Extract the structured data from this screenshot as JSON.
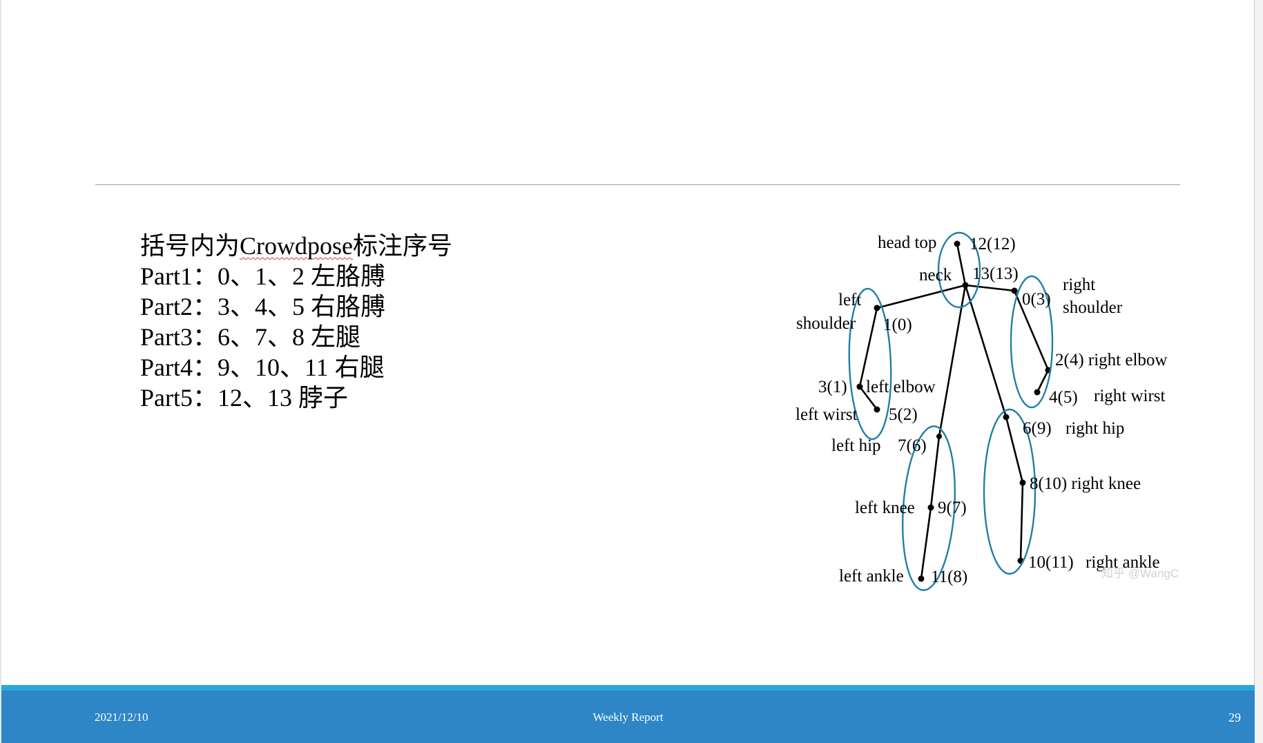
{
  "text_lines": {
    "title_prefix": "括号内为",
    "title_word": "Crowdpose",
    "title_suffix": "标注序号",
    "part1": "Part1：0、1、2 左胳膊",
    "part2": "Part2：3、4、5 右胳膊",
    "part3": "Part3：6、7、8 左腿",
    "part4": "Part4：9、10、11 右腿",
    "part5": "Part5：12、13 脖子"
  },
  "diagram": {
    "labels": {
      "head_top": "head top",
      "head_top_idx": "12(12)",
      "neck": "neck",
      "neck_idx": "13(13)",
      "left_shoulder_1": "left",
      "left_shoulder_2": "shoulder",
      "left_shoulder_idx": "1(0)",
      "right_shoulder_1": "right",
      "right_shoulder_2": "shoulder",
      "right_shoulder_idx": "0(3)",
      "right_elbow": "2(4) right elbow",
      "right_wrist_idx": "4(5)",
      "right_wrist": "right wirst",
      "left_elbow_idx": "3(1)",
      "left_elbow": "left elbow",
      "left_wrist": "left wirst",
      "left_wrist_idx": "5(2)",
      "right_hip_idx": "6(9)",
      "right_hip": "right hip",
      "left_hip": "left hip",
      "left_hip_idx": "7(6)",
      "right_knee": "8(10) right knee",
      "left_knee": "left knee",
      "left_knee_idx": "9(7)",
      "right_ankle_idx": "10(11)",
      "right_ankle": "right ankle",
      "left_ankle": "left ankle",
      "left_ankle_idx": "11(8)"
    },
    "watermark": "知乎 @WangC",
    "line_color": "#000000",
    "group_ellipse_color": "#1f7fa8"
  },
  "footer": {
    "date": "2021/12/10",
    "title": "Weekly Report",
    "page": "29"
  },
  "colors": {
    "footer_bar": "#2e86c6",
    "footer_stripe": "#29a8dc",
    "rule": "#9e9e9e"
  }
}
